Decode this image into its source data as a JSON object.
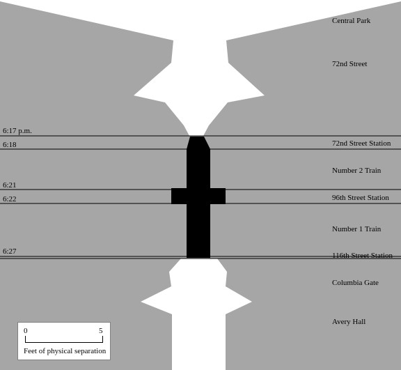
{
  "places": {
    "central_park": "Central Park",
    "street_72": "72nd Street",
    "station_72": "72nd Street Station",
    "train_2": "Number 2 Train",
    "station_96": "96th Street Station",
    "train_1": "Number 1 Train",
    "station_116": "116th Street Station",
    "columbia_gate": "Columbia Gate",
    "avery_hall": "Avery Hall"
  },
  "times": {
    "t617": "6:17 p.m.",
    "t618": "6:18",
    "t621": "6:21",
    "t622": "6:22",
    "t627": "6:27"
  },
  "legend": {
    "min_label": "0",
    "max_label": "5",
    "caption": "Feet of physical separation"
  },
  "colors": {
    "background": "#a6a6a6",
    "separation_fill": "#ffffff",
    "train_fill": "#000000"
  }
}
